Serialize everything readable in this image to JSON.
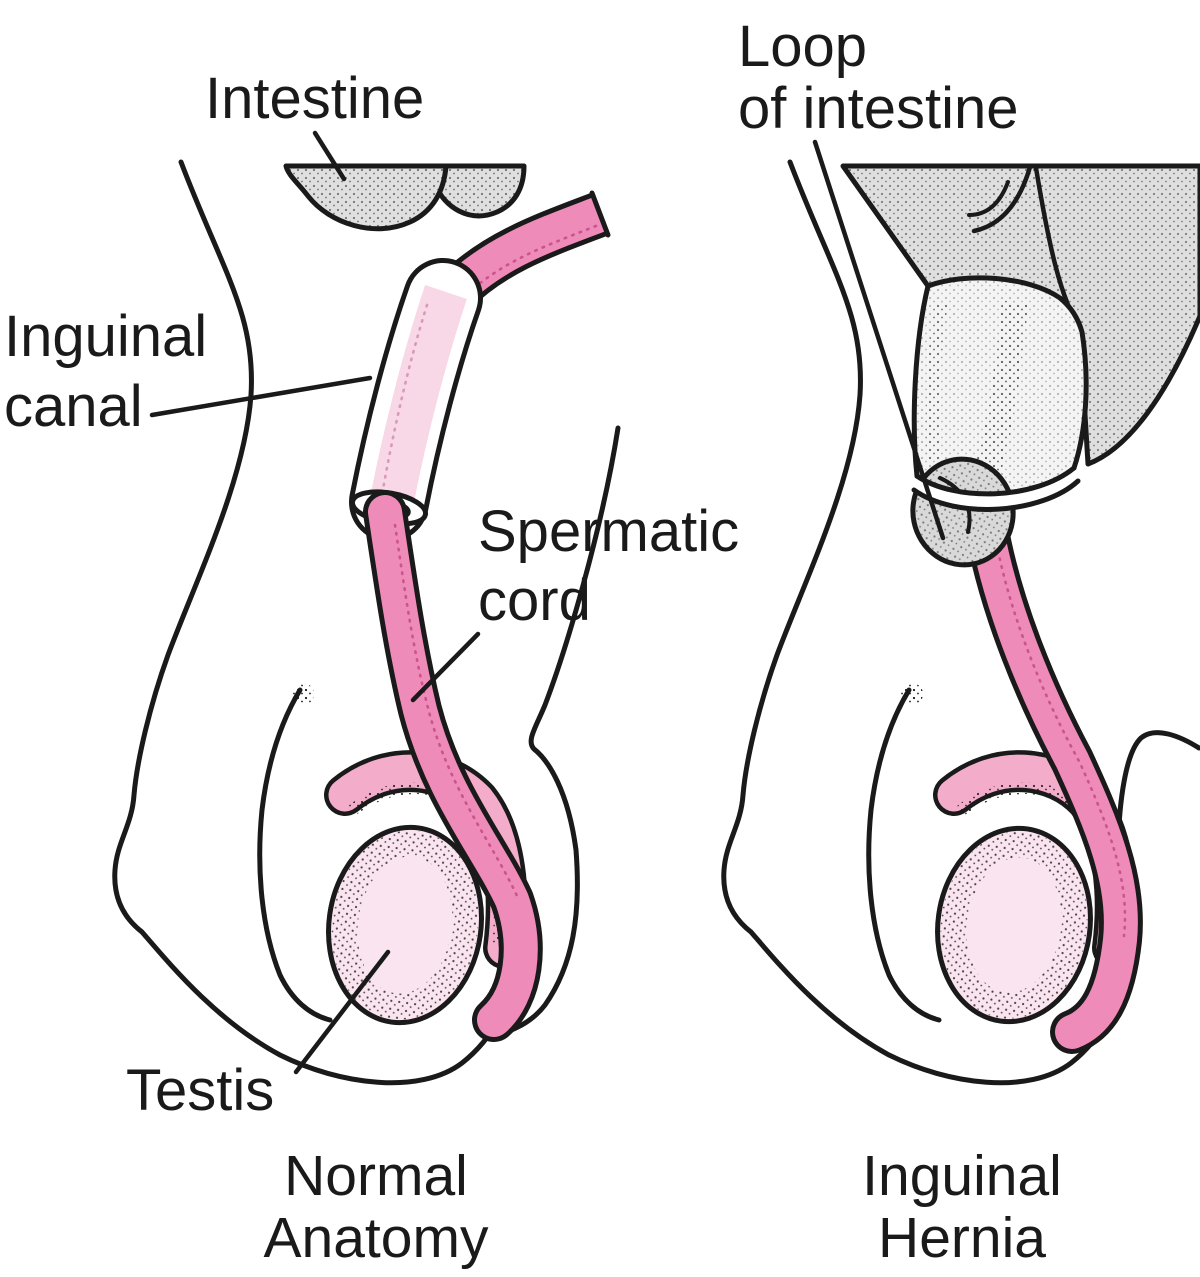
{
  "figure_type": "medical-illustration",
  "labels": {
    "intestine": "Intestine",
    "loop_line1": "Loop",
    "loop_line2": "of intestine",
    "inguinal_canal_line1": "Inguinal",
    "inguinal_canal_line2": "canal",
    "spermatic_cord_line1": "Spermatic",
    "spermatic_cord_line2": "cord",
    "testis": "Testis"
  },
  "captions": {
    "left_line1": "Normal",
    "left_line2": "Anatomy",
    "right_line1": "Inguinal",
    "right_line2": "Hernia"
  },
  "colors": {
    "ink": "#1a1a1a",
    "cord_pink": "#ef8bb8",
    "cord_dash": "#c9548e",
    "epididymis_pink": "#f3adcb",
    "testis_pink": "#fae4ef",
    "canal_strip_pink": "#f8d7e6",
    "intestine_gray": "#dfdfdf",
    "hernia_tip_gray": "#d9d9d9",
    "sac_white": "#f4f4f4",
    "paper": "#ffffff"
  }
}
